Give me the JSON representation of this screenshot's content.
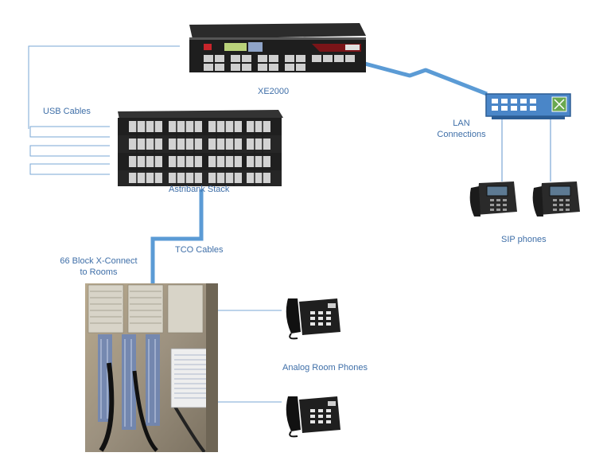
{
  "labels": {
    "xe2000": "XE2000",
    "usb_cables": "USB Cables",
    "lan_connections_line1": "LAN",
    "lan_connections_line2": "Connections",
    "astribank_stack": "Astribank Stack",
    "tco_cables": "TCO Cables",
    "block_xconnect_line1": "66 Block X-Connect",
    "block_xconnect_line2": "to Rooms",
    "sip_phones": "SIP phones",
    "analog_room_phones": "Analog Room Phones"
  },
  "colors": {
    "label_text": "#3f6fa8",
    "wire_thin": "#7aa7d6",
    "wire_thick": "#5b9bd5",
    "switch_blue": "#4a86c8"
  },
  "icons": {
    "server": "xe2000-appliance-icon",
    "stack": "astribank-stack-icon",
    "switch": "network-switch-icon",
    "sip_phone": "sip-desk-phone-icon",
    "analog_phone": "analog-phone-icon",
    "block_photo": "punch-down-block-photo"
  }
}
